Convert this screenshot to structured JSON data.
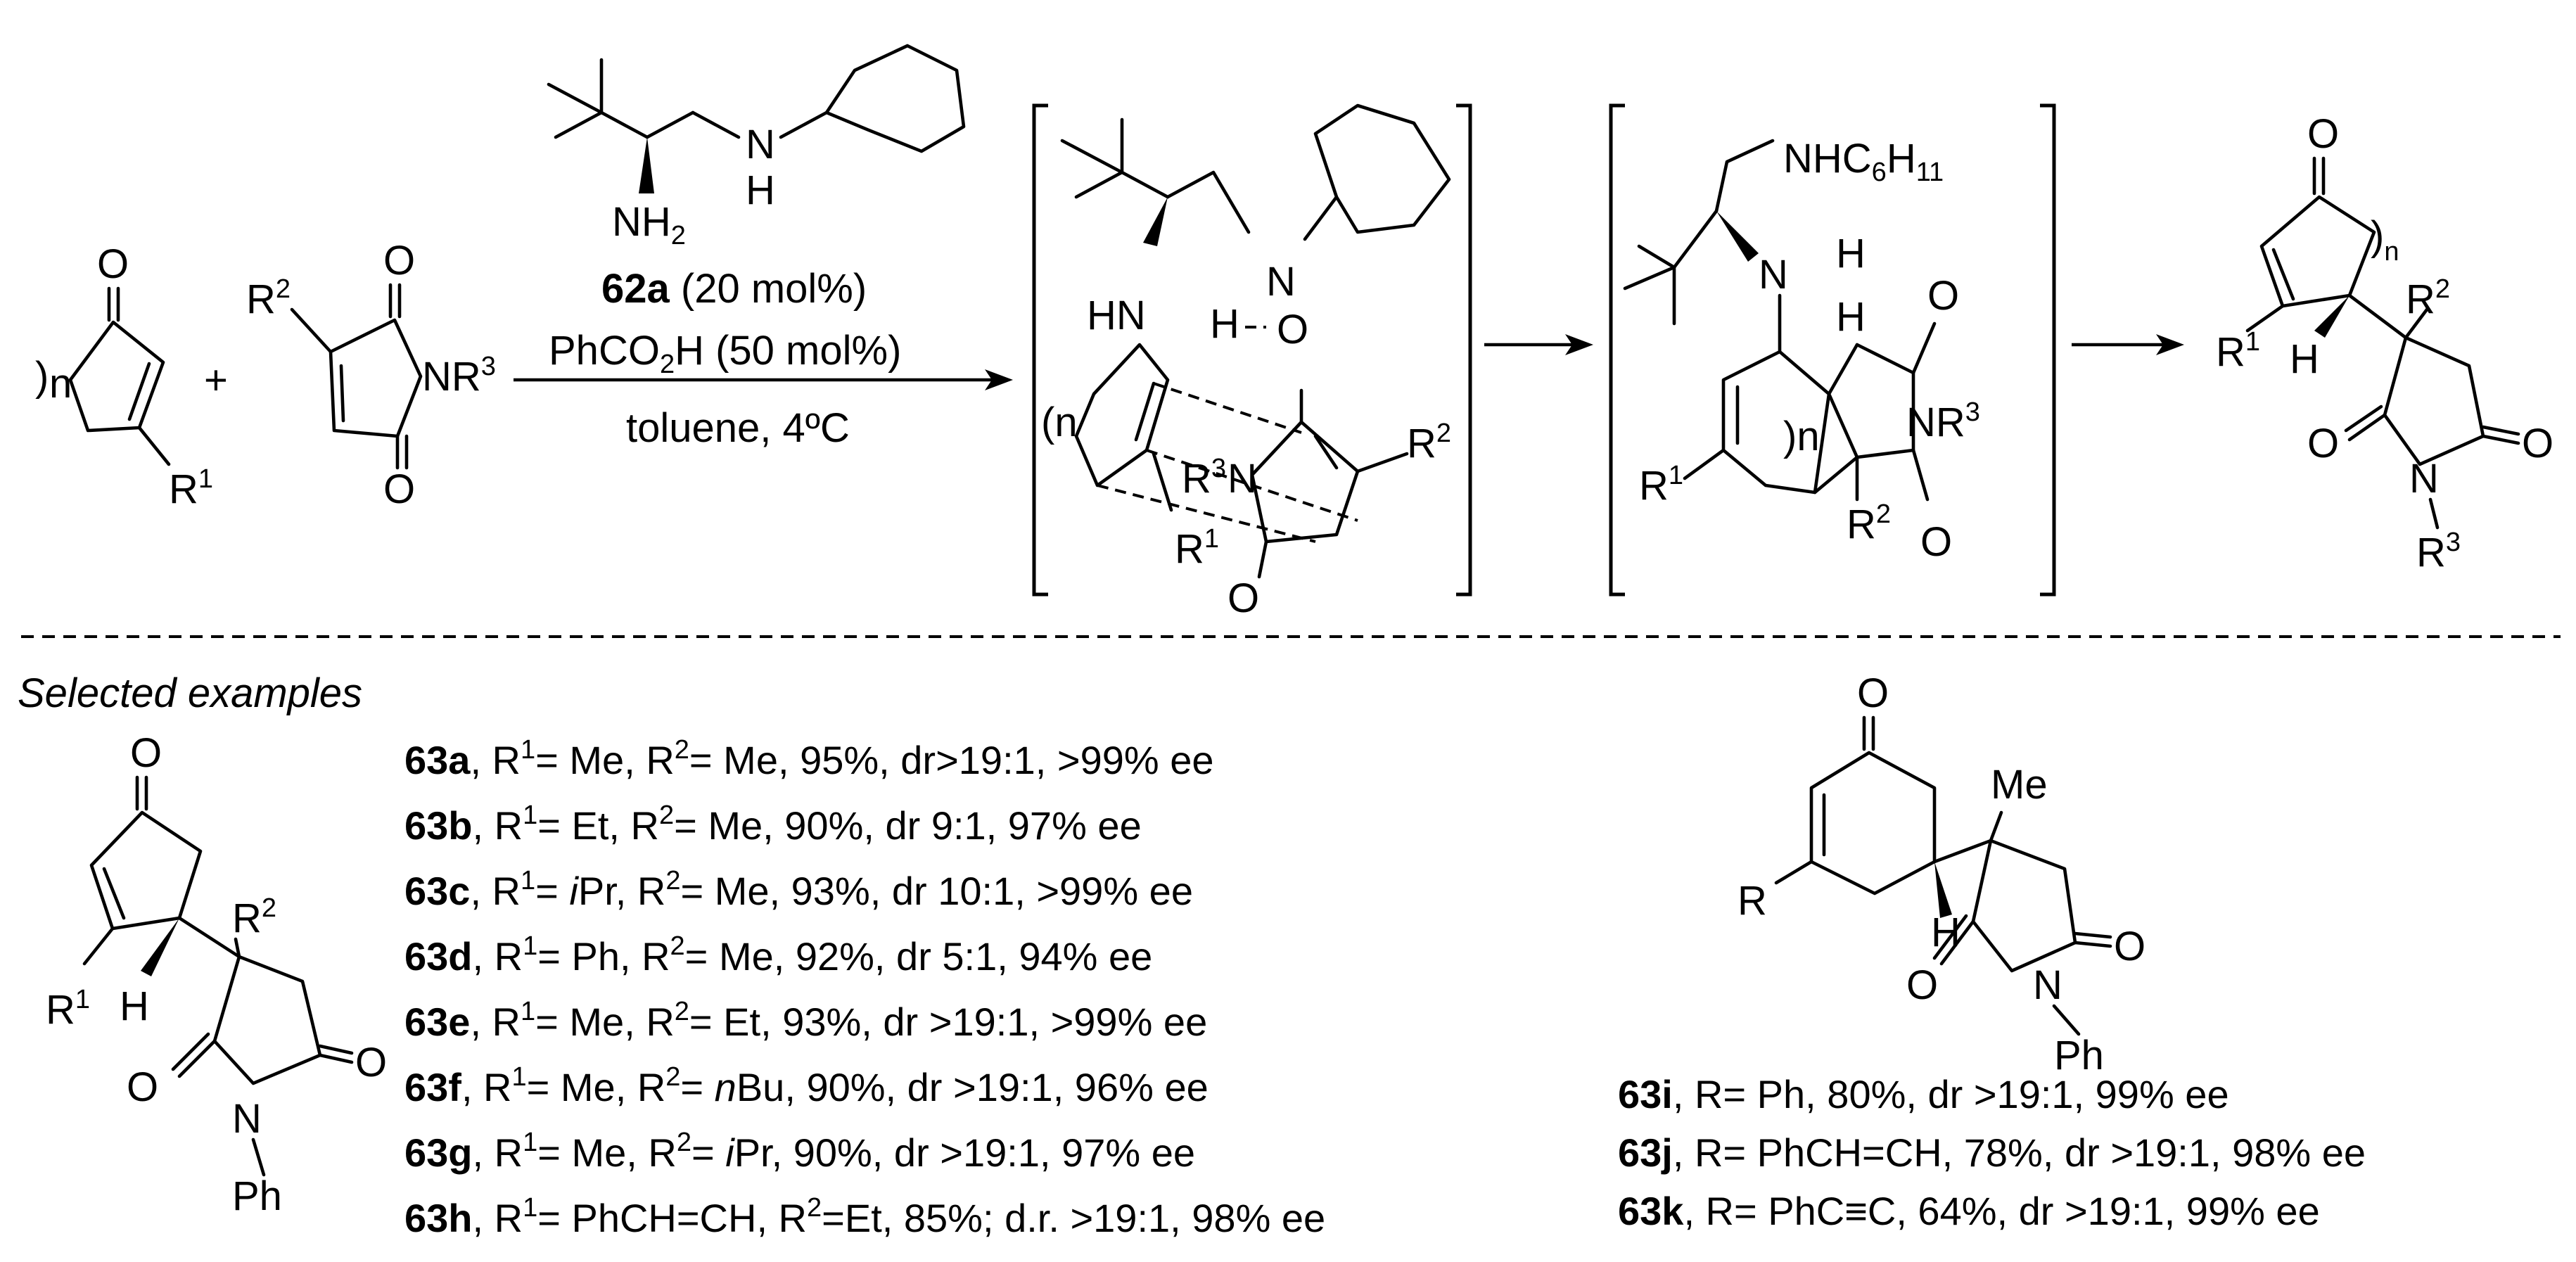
{
  "atoms": {
    "O": "O",
    "N": "N",
    "H": "H",
    "HN": "HN",
    "NH": "NH",
    "NH2": "NH",
    "NH2_sub": "2",
    "n": "n",
    "R": "R",
    "R1": "R",
    "R2": "R",
    "R3": "R",
    "sup1": "1",
    "sup2": "2",
    "sup3": "3",
    "NR3": "NR",
    "NHC6H11": "NHC",
    "six": "6",
    "H11": "H",
    "eleven": "11",
    "Ph": "Ph",
    "Me": "Me",
    "plus": "+",
    "paren_open": "(",
    "paren_close": ")"
  },
  "conditions": {
    "catalyst_id": "62a",
    "catalyst_load": " (20 mol%)",
    "acid": "PhCO",
    "acid_sub": "2",
    "acid_rest": "H (50 mol%)",
    "solvent": "toluene, 4ºC"
  },
  "section_title": "Selected examples",
  "examples_left": [
    {
      "id": "63a",
      "r1": "Me",
      "r2": "Me",
      "rest": ", 95%, dr>19:1, >99% ee"
    },
    {
      "id": "63b",
      "r1": "Et",
      "r2": "Me",
      "rest": ", 90%, dr 9:1, 97% ee"
    },
    {
      "id": "63c",
      "r1_it": "i",
      "r1": "Pr",
      "r2": "Me",
      "rest": ", 93%, dr 10:1, >99% ee"
    },
    {
      "id": "63d",
      "r1": "Ph",
      "r2": "Me",
      "rest": ", 92%, dr  5:1, 94% ee"
    },
    {
      "id": "63e",
      "r1": "Me",
      "r2": "Et",
      "rest": ", 93%, dr  >19:1, >99% ee"
    },
    {
      "id": "63f",
      "r1": "Me",
      "r2_it": "n",
      "r2": "Bu",
      "rest": ", 90%, dr  >19:1, 96% ee"
    },
    {
      "id": "63g",
      "r1": "Me",
      "r2_it": "i",
      "r2": "Pr",
      "rest": ", 90%, dr >19:1, 97% ee"
    },
    {
      "id": "63h",
      "r1": "PhCH=CH",
      "r2": "Et",
      "rest": ", 85%; d.r. >19:1, 98% ee",
      "tight": true
    }
  ],
  "examples_right": [
    {
      "id": "63i",
      "text": ", R= Ph, 80%,  dr  >19:1, 99% ee"
    },
    {
      "id": "63j",
      "text": ", R= PhCH=CH, 78%, dr >19:1, 98% ee"
    },
    {
      "id": "63k",
      "text": ", R= PhC≡C, 64%, dr  >19:1, 99% ee"
    }
  ]
}
